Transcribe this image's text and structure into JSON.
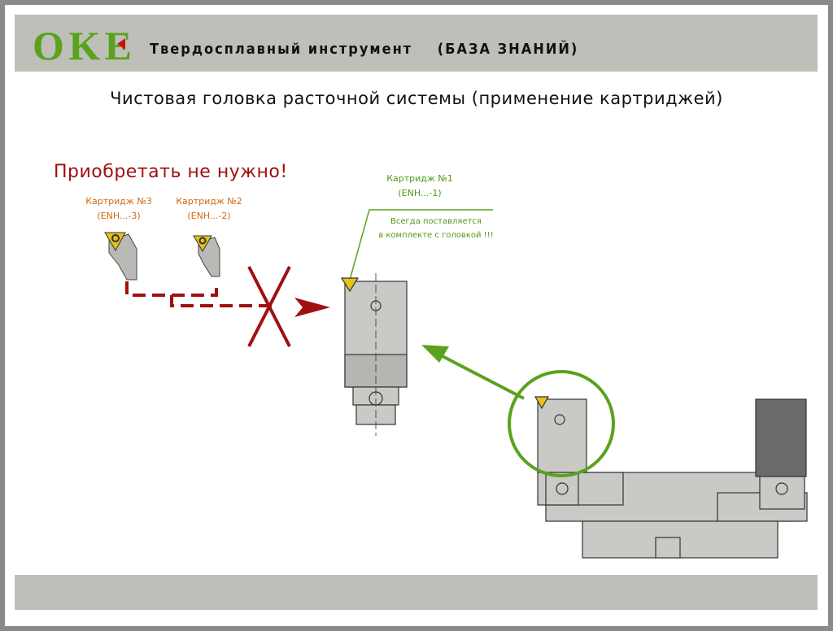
{
  "header": {
    "logo_text": "OKE",
    "title": "Твердосплавный инструмент",
    "subtitle": "(БАЗА ЗНАНИЙ)"
  },
  "slide_title": "Чистовая головка расточной системы (применение картриджей)",
  "warning": "Приобретать не нужно!",
  "cartridges": [
    {
      "name": "Картридж №3",
      "code": "(ENH...-3)"
    },
    {
      "name": "Картридж №2",
      "code": "(ENH...-2)"
    },
    {
      "name": "Картридж №1",
      "code": "(ENH...-1)"
    }
  ],
  "note": {
    "line1": "Всегда поставляется",
    "line2": "в комплекте с головкой !!!"
  },
  "colors": {
    "green": "#5aa21e",
    "red": "#a01010",
    "orange": "#d06a10",
    "bar": "#bdbfb8"
  }
}
